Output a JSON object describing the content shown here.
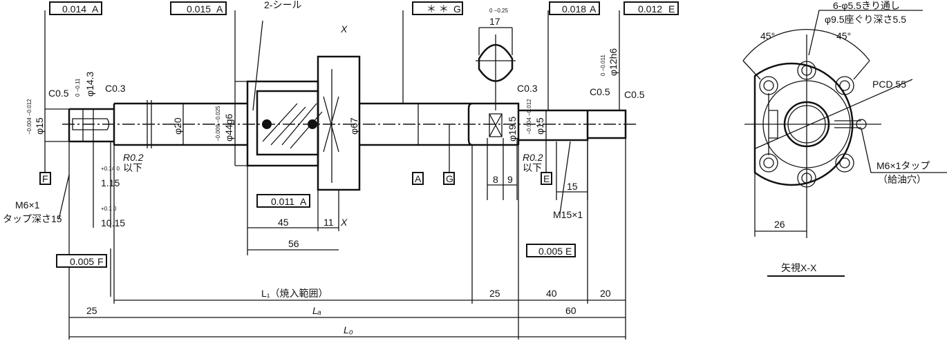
{
  "frames": {
    "f1": {
      "value": "0.014",
      "datum": "A"
    },
    "f2": {
      "value": "0.015",
      "datum": "A"
    },
    "f3": {
      "value": "＊ ＊",
      "datum": "G"
    },
    "f4": {
      "value": "0.018",
      "datum": "A"
    },
    "f5": {
      "value": "0.012",
      "datum": "E"
    },
    "f6": {
      "value": "0.011",
      "datum": "A"
    },
    "f7": {
      "value": "0.005",
      "datum": "E"
    },
    "f8": {
      "value": "0.005",
      "datum": "F"
    }
  },
  "datums": {
    "F": "F",
    "A": "A",
    "G": "G",
    "E": "E"
  },
  "labels": {
    "seal": "2-シール",
    "x1": "X",
    "x2": "X",
    "c05a": "C0.5",
    "c03a": "C0.3",
    "c03b": "C0.3",
    "c05b": "C0.5",
    "c05c": "C0.5",
    "d15a": "φ15",
    "d15a_tol": "−0.004 −0.012",
    "d143": "φ14.3",
    "d143_tol": "0 −0.11",
    "d20": "φ20",
    "d44": "φ44g6",
    "d44_tol": "−0.009 −0.025",
    "d67": "φ67",
    "d195": "φ19.5",
    "d15b": "φ15",
    "d15b_tol": "−0.004 −0.012",
    "d12": "φ12h6",
    "d12_tol": "0 −0.011",
    "w17": "17",
    "w17_tol": "0 −0.25",
    "r02a": "R0.2",
    "r02a2": "以下",
    "r02b": "R0.2",
    "r02b2": "以下",
    "d115": "1.15",
    "d115_tol": "+0.14 0",
    "d1015": "10.15",
    "d1015_tol": "+0.1 0",
    "m6a": "M6×1",
    "m6a2": "タップ深さ15",
    "m15": "M15×1",
    "d8": "8",
    "d9": "9",
    "d15c": "15",
    "d45": "45",
    "d11": "11",
    "d56": "56",
    "L1": "L₁（焼入範囲）",
    "d25a": "25",
    "d40": "40",
    "d20b": "20",
    "d25b": "25",
    "La": "Lₐ",
    "d60": "60",
    "L0": "L₀"
  },
  "section": {
    "holes": "6-φ5.5きり通し",
    "cbore": "φ9.5座ぐり深さ5.5",
    "ang1": "45°",
    "ang2": "45°",
    "pcd": "PCD 55",
    "tap": "M6×1タップ",
    "tap2": "（給油穴）",
    "w26": "26",
    "title": "矢視X-X"
  }
}
